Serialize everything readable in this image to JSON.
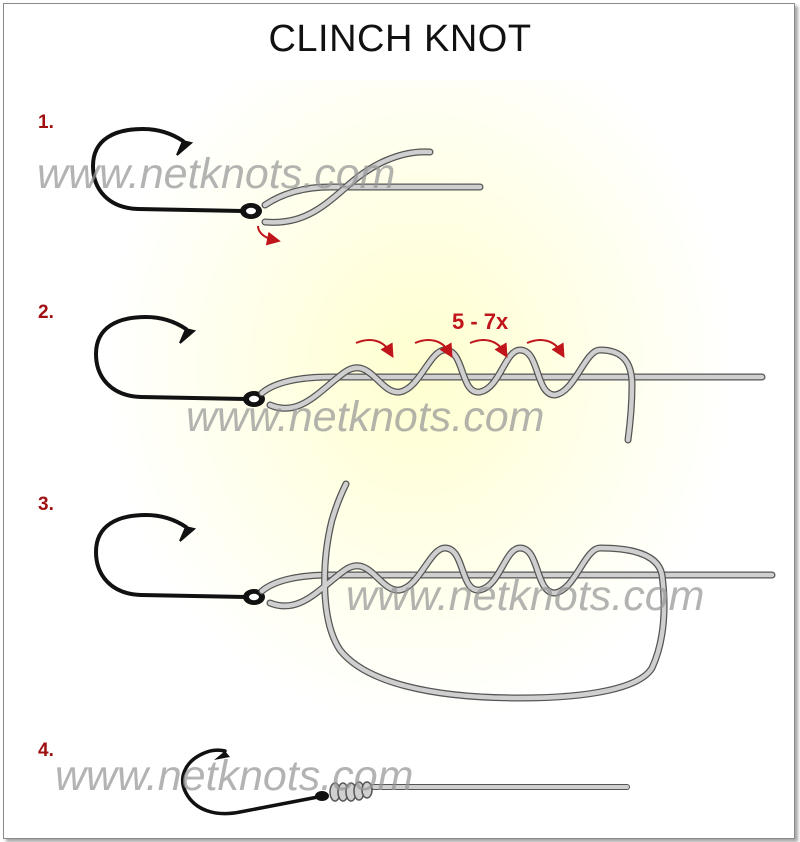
{
  "title": "CLINCH KNOT",
  "steps": [
    "1.",
    "2.",
    "3.",
    "4."
  ],
  "watermark": "www.netknots.com",
  "wraps_label": "5 - 7x",
  "colors": {
    "step_number": "#a01010",
    "arrow": "#c0151b",
    "line": "#c8c8c8",
    "line_outline": "#555555",
    "hook": "#111111"
  }
}
